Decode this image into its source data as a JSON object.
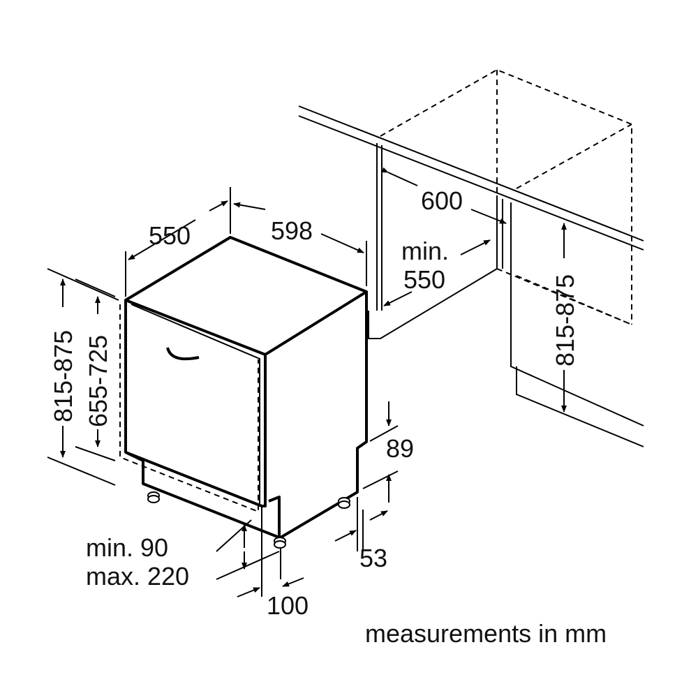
{
  "diagram": {
    "title": "Built-in dishwasher installation dimensions",
    "labels": {
      "depth": "550",
      "width": "598",
      "niche_width": "600",
      "niche_depth_min": "min.",
      "niche_depth_value": "550",
      "niche_height": "815-875",
      "appliance_height": "815-875",
      "door_height": "655-725",
      "plinth_height": "89",
      "plinth_setback": "53",
      "plinth_min": "min. 90",
      "plinth_max": "max. 220",
      "foot_distance": "100",
      "units_note": "measurements in mm"
    },
    "colors": {
      "line": "#000000",
      "background": "#ffffff"
    }
  }
}
